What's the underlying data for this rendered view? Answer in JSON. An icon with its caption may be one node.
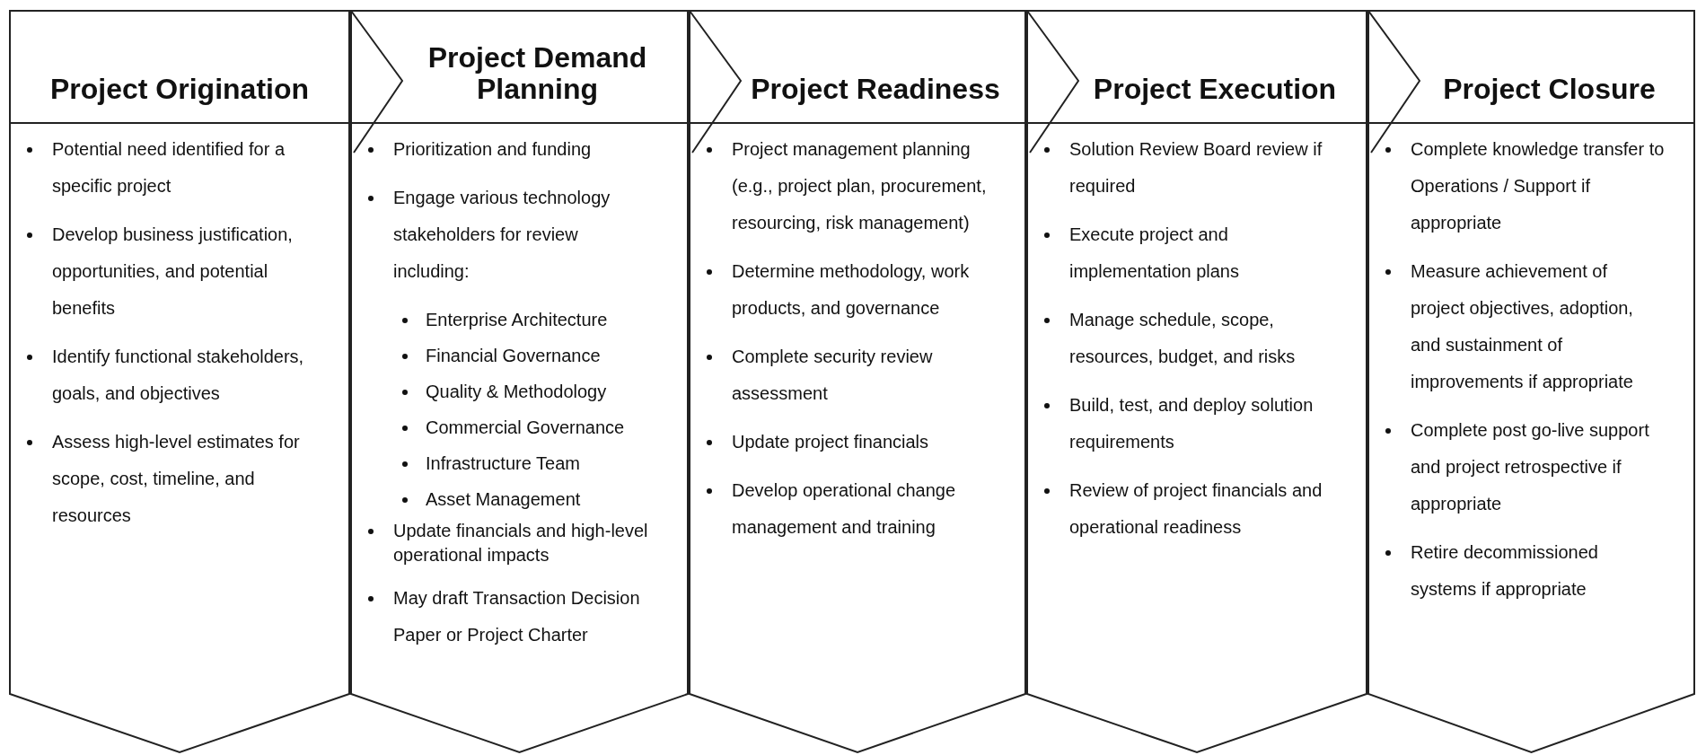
{
  "diagram": {
    "nodes": [
      {
        "text": [
          "Project Origination",
          "Potential need identified for a specific project",
          "Develop business justification, opportunities, and potential benefits",
          "Identify functional stakeholders, goals, and objectives",
          "Assess high-level estimates for scope, cost, timeline, and resources"
        ]
      },
      {
        "text": [
          "Project Demand Planning",
          "Prioritization and funding",
          "Engage various technology stakeholders for review including:",
          "Enterprise Architecture",
          "Financial Governance",
          "Quality & Methodology",
          "Commercial Governance",
          "Infrastructure Team",
          "Asset Management",
          "Update financials and high-level operational impacts",
          "May draft Transaction Decision Paper or Project Charter"
        ]
      },
      {
        "text": [
          "Project Readiness",
          "Project management planning (e.g., project plan, procurement, resourcing, risk management)",
          "Determine methodology, work products, and governance",
          "Complete security review assessment",
          "Update project financials",
          "Develop operational change management and training"
        ]
      },
      {
        "text": [
          "Project Execution",
          "Solution Review Board review if required",
          "Execute project and implementation plans",
          "Manage schedule, scope, resources, budget, and risks",
          "Build, test, and deploy solution requirements",
          "Review of project financials and operational readiness"
        ]
      },
      {
        "text": [
          "Project Closure",
          "Complete knowledge transfer to Operations / Support if appropriate",
          "Measure achievement of project objectives, adoption, and sustainment of improvements if appropriate",
          "Complete post go-live support and project retrospective if appropriate",
          "Retire decommissioned systems if appropriate"
        ]
      }
    ]
  }
}
